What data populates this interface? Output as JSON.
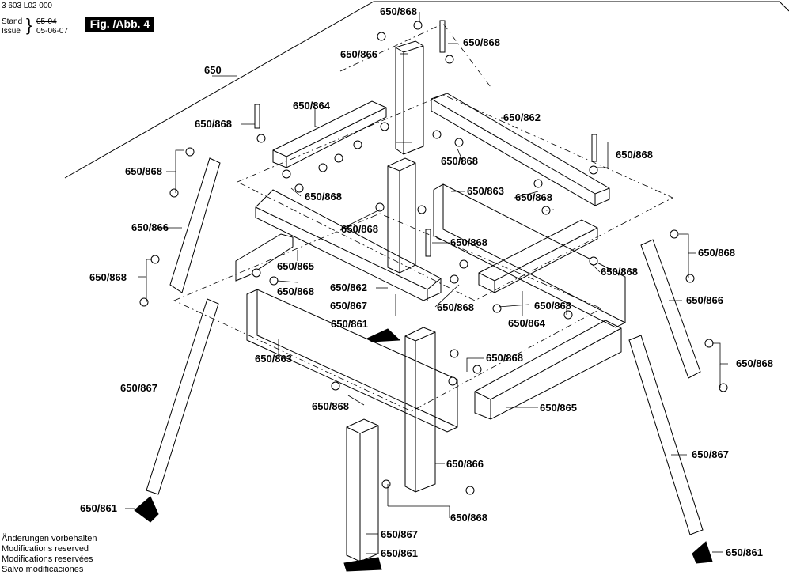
{
  "header": {
    "doc_number": "3 603 L02 000",
    "stand_label": "Stand",
    "issue_label": "Issue",
    "stand_date": "05-04",
    "issue_date": "05-06-07",
    "figure": "Fig. /Abb. 4"
  },
  "callouts": {
    "c650": "650",
    "c650_868": "650/868",
    "c650_866": "650/866",
    "c650_864": "650/864",
    "c650_862": "650/862",
    "c650_863": "650/863",
    "c650_865": "650/865",
    "c650_867": "650/867",
    "c650_861": "650/861"
  },
  "footer": [
    "Änderungen vorbehalten",
    "Modifications reserved",
    "Modifications reservées",
    "Salvo modificaciones"
  ]
}
